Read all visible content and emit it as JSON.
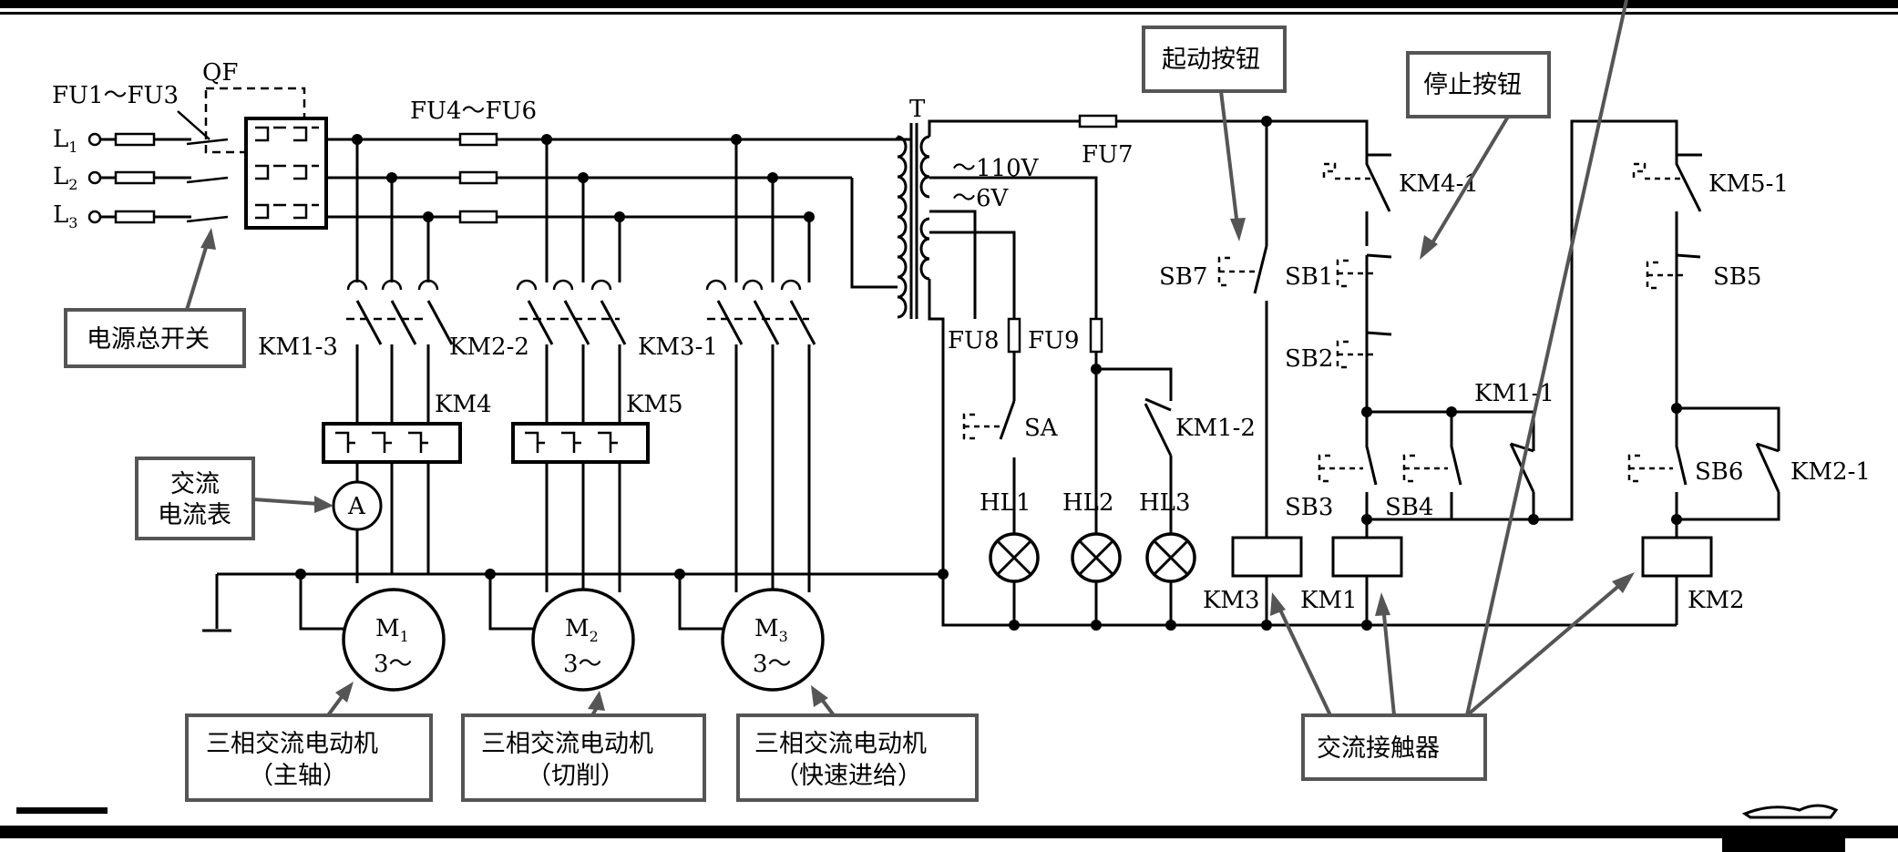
{
  "power": {
    "phase1": "L",
    "phase2": "L",
    "phase3": "L",
    "phase1_sub": "1",
    "phase2_sub": "2",
    "phase3_sub": "3",
    "fuses_main": "FU1～FU3",
    "breaker": "QF",
    "fuses_branch": "FU4～FU6",
    "main_switch_callout": "电源总开关"
  },
  "transformer": {
    "name": "T",
    "tap_110": "～110V",
    "tap_6": "～6V",
    "fu7": "FU7",
    "fu8": "FU8",
    "fu9": "FU9"
  },
  "contactor_contacts": {
    "km1_3": "KM1-3",
    "km2_2": "KM2-2",
    "km3_1": "KM3-1",
    "km4": "KM4",
    "km5": "KM5"
  },
  "meter": {
    "symbol": "A",
    "callout_line1": "交流",
    "callout_line2": "电流表"
  },
  "motors": [
    {
      "name": "M",
      "sub": "1",
      "spec": "3～",
      "callout_line1": "三相交流电动机",
      "callout_line2": "（主轴）"
    },
    {
      "name": "M",
      "sub": "2",
      "spec": "3～",
      "callout_line1": "三相交流电动机",
      "callout_line2": "（切削）"
    },
    {
      "name": "M",
      "sub": "3",
      "spec": "3～",
      "callout_line1": "三相交流电动机",
      "callout_line2": "（快速进给）"
    }
  ],
  "lamps": {
    "sa": "SA",
    "km1_2": "KM1-2",
    "hl1": "HL1",
    "hl2": "HL2",
    "hl3": "HL3"
  },
  "control": {
    "start_callout": "起动按钮",
    "stop_callout": "停止按钮",
    "sb7": "SB7",
    "sb1": "SB1",
    "sb2": "SB2",
    "sb3": "SB3",
    "sb4": "SB4",
    "sb5": "SB5",
    "sb6": "SB6",
    "km4_1": "KM4-1",
    "km5_1": "KM5-1",
    "km1_1": "KM1-1",
    "km2_1": "KM2-1",
    "km3_coil": "KM3",
    "km1_coil": "KM1",
    "km2_coil": "KM2",
    "contactor_callout": "交流接触器"
  }
}
